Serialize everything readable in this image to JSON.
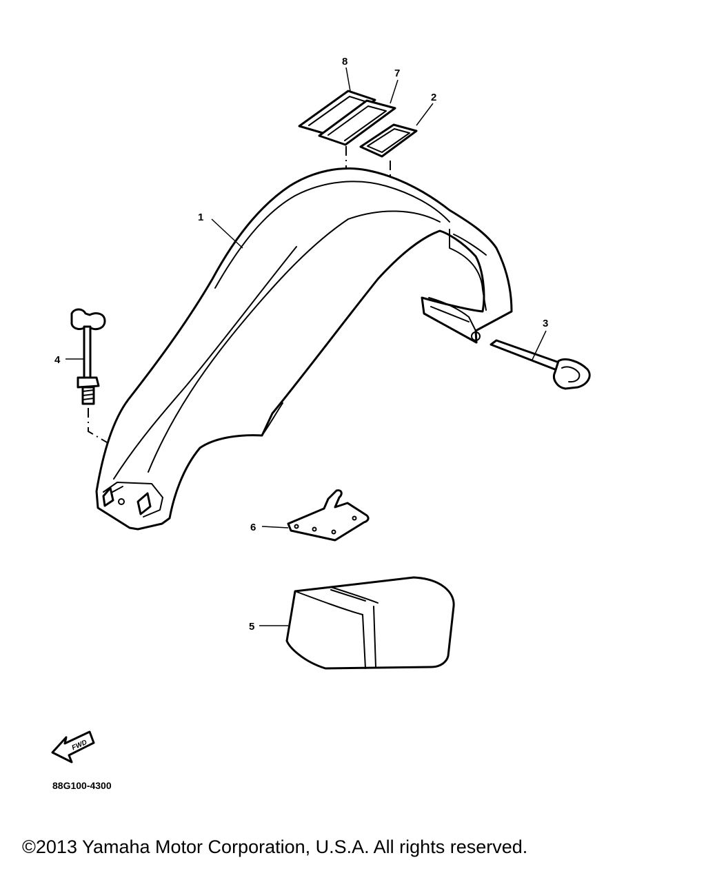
{
  "callouts": [
    {
      "id": "1",
      "label": "1"
    },
    {
      "id": "2",
      "label": "2"
    },
    {
      "id": "3",
      "label": "3"
    },
    {
      "id": "4",
      "label": "4"
    },
    {
      "id": "5",
      "label": "5"
    },
    {
      "id": "6",
      "label": "6"
    },
    {
      "id": "7",
      "label": "7"
    },
    {
      "id": "8",
      "label": "8"
    }
  ],
  "fwd_label": "FWD",
  "diagram_code": "88G100-4300",
  "copyright": "©2013 Yamaha Motor Corporation, U.S.A. All rights reserved."
}
